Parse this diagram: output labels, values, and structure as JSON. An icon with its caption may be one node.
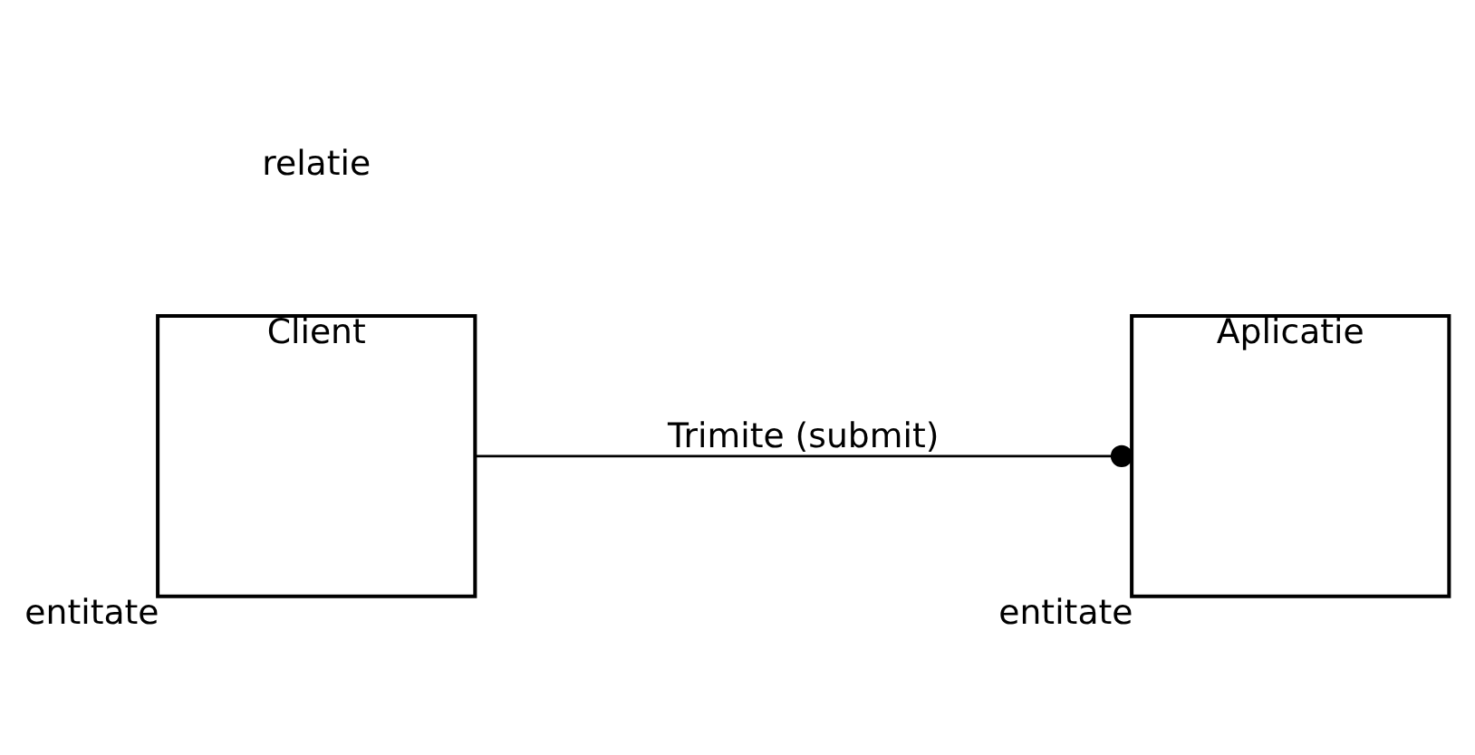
{
  "diagram": {
    "nodes": [
      {
        "text": [
          "Client"
        ],
        "beside": [
          "entitate"
        ]
      },
      {
        "text": [
          "Aplicatie"
        ],
        "beside": [
          "entitate"
        ]
      }
    ],
    "edges": [
      {
        "from": 0,
        "to": 1,
        "arrow": "other",
        "label": "Trimite (submit)"
      }
    ],
    "labels": [
      "relatie"
    ]
  }
}
